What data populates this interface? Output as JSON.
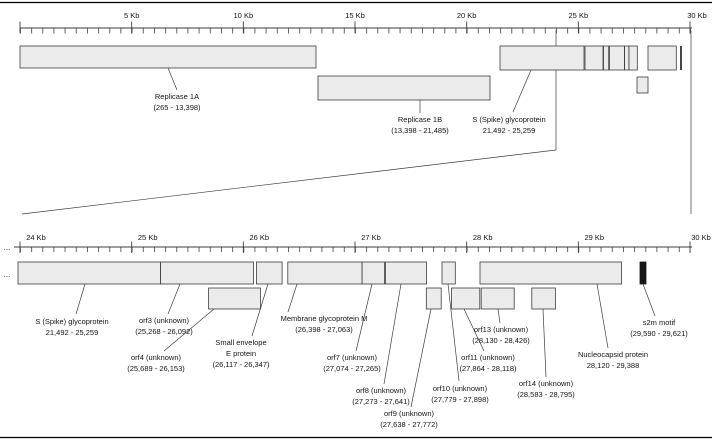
{
  "top_panel": {
    "ruler": {
      "unit_labels": [
        "5 Kb",
        "10 Kb",
        "15 Kb",
        "20 Kb",
        "25 Kb",
        "30 Kb"
      ]
    },
    "genes": {
      "replicase_1a": {
        "name": "Replicase 1A",
        "range": "(265 - 13,398)"
      },
      "replicase_1b": {
        "name": "Replicase 1B",
        "range": "(13,398 - 21,485)"
      },
      "spike": {
        "name": "S (Spike) glycoprotein",
        "range": "21,492 - 25,259"
      }
    }
  },
  "bottom_panel": {
    "ruler": {
      "unit_labels": [
        "24 Kb",
        "25 Kb",
        "26 Kb",
        "27 Kb",
        "28 Kb",
        "29 Kb",
        "30 Kb"
      ],
      "left_ellipsis": "..."
    },
    "row_left_ellipsis": "...",
    "genes": {
      "spike": {
        "line1": "S (Spike) glycoprotein",
        "line2": "21,492 - 25,259"
      },
      "orf3": {
        "line1": "orf3 (unknown)",
        "line2": "(25,268 - 26,092)"
      },
      "orf4": {
        "line1": "orf4 (unknown)",
        "line2": "(25,689 - 26,153)"
      },
      "envelope": {
        "line1": "Small envelope",
        "line2": "E protein",
        "line3": "(26,117 - 26,347)"
      },
      "membrane": {
        "line1": "Membrane glycoprotein M",
        "line2": "(26,398 - 27,063)"
      },
      "orf7": {
        "line1": "orf7 (unknown)",
        "line2": "(27,074 - 27,265)"
      },
      "orf8": {
        "line1": "orf8 (unknown)",
        "line2": "(27,273 - 27,641)"
      },
      "orf9": {
        "line1": "orf9 (unknown)",
        "line2": "(27,638 - 27,772)"
      },
      "orf10": {
        "line1": "orf10 (unknown)",
        "line2": "(27,779 - 27,898)"
      },
      "orf11": {
        "line1": "orf11 (unknown)",
        "line2": "(27,864 - 28,118)"
      },
      "orf13": {
        "line1": "orf13 (unknown)",
        "line2": "(28,130 - 28,426)"
      },
      "orf14": {
        "line1": "orf14 (unknown)",
        "line2": "(28,583 - 28,795)"
      },
      "nucleocapsid": {
        "line1": "Nucleocapsid protein",
        "line2": "28,120 - 29,388"
      },
      "s2m": {
        "line1": "s2m motif",
        "line2": "(29,590 - 29,621)"
      }
    }
  },
  "colors": {
    "box_fill": "#ebebeb",
    "box_stroke": "#3d3d3d",
    "s2m_fill": "#161616"
  }
}
